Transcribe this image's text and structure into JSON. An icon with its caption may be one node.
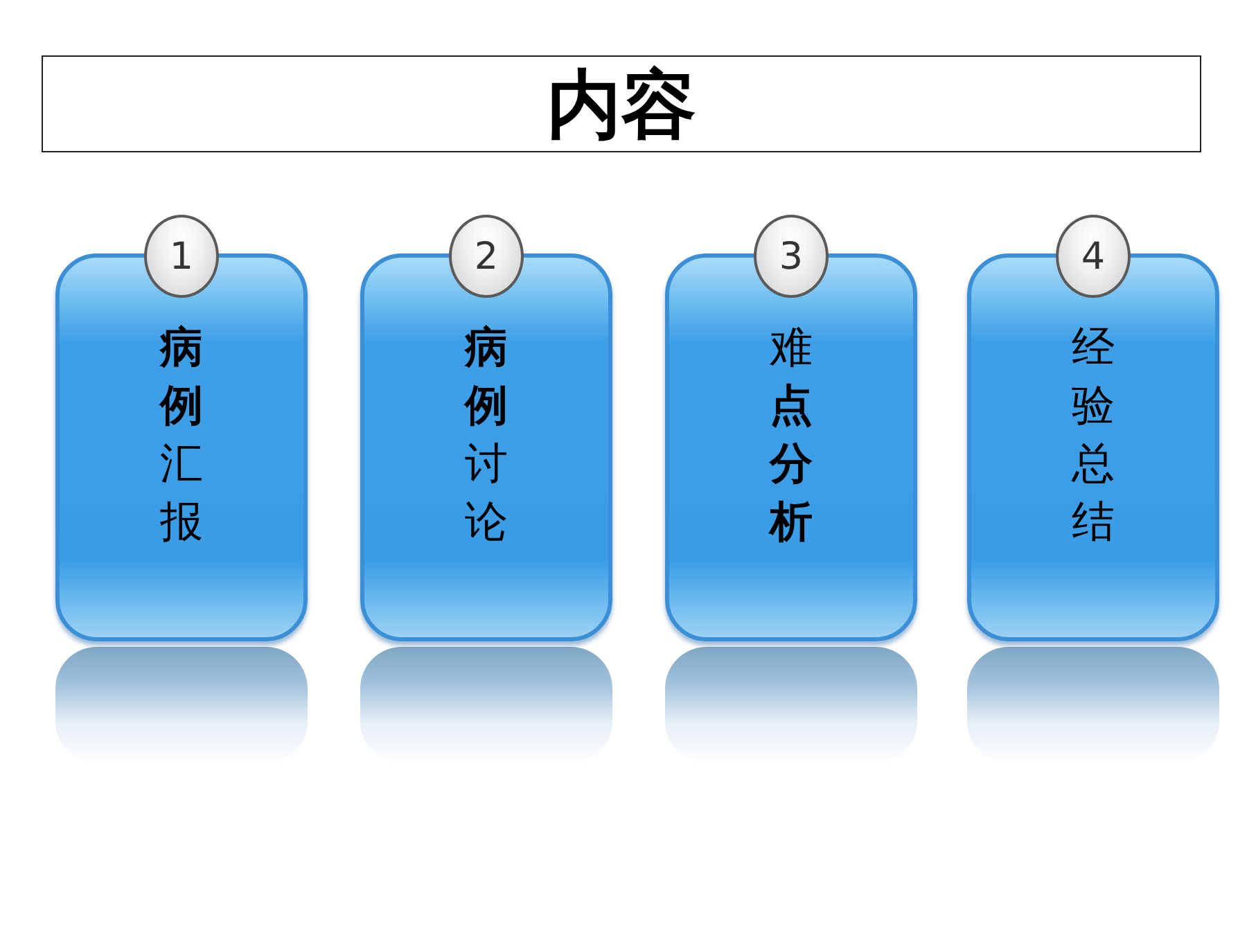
{
  "diagram": {
    "title": "内容",
    "nodes": [
      {
        "text": [
          "1"
        ]
      },
      {
        "text": [
          "**病例**汇报"
        ]
      },
      {
        "text": [
          "2"
        ]
      },
      {
        "text": [
          "**病例**讨论"
        ]
      },
      {
        "text": [
          "3"
        ]
      },
      {
        "text": [
          "难**点分析**"
        ]
      },
      {
        "text": [
          "4"
        ]
      },
      {
        "text": [
          "经验总结"
        ]
      },
      {
        "text": [],
        "shape": "box"
      },
      {
        "text": [],
        "shape": "box"
      },
      {
        "text": [],
        "shape": "box"
      },
      {
        "text": [],
        "shape": "box"
      }
    ]
  }
}
